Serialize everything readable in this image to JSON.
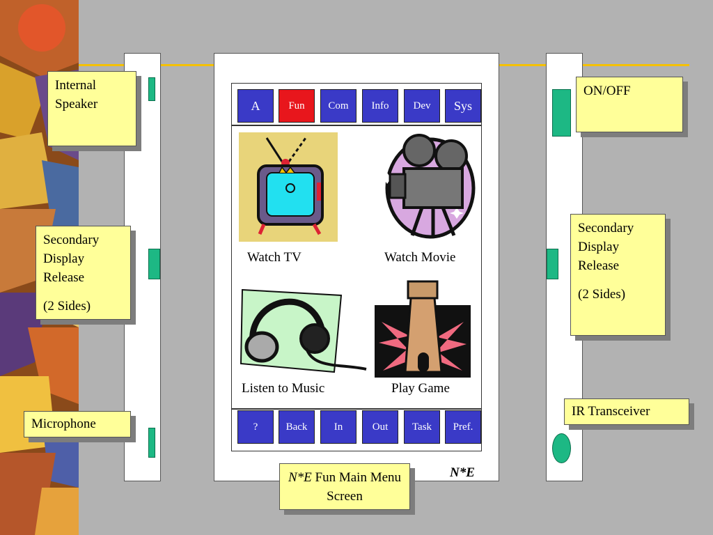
{
  "device": {
    "top_tabs": [
      {
        "label": "A",
        "active": false
      },
      {
        "label": "Fun",
        "active": true
      },
      {
        "label": "Com",
        "active": false
      },
      {
        "label": "Info",
        "active": false
      },
      {
        "label": "Dev",
        "active": false
      },
      {
        "label": "Sys",
        "active": false
      }
    ],
    "apps": [
      {
        "label": "Watch TV",
        "icon": "television-icon"
      },
      {
        "label": "Watch Movie",
        "icon": "film-projector-icon"
      },
      {
        "label": "Listen to Music",
        "icon": "headphones-icon"
      },
      {
        "label": "Play Game",
        "icon": "chess-rook-icon"
      }
    ],
    "bottom_tabs": [
      {
        "label": "?"
      },
      {
        "label": "Back"
      },
      {
        "label": "In"
      },
      {
        "label": "Out"
      },
      {
        "label": "Task"
      },
      {
        "label": "Pref."
      }
    ],
    "brand": "N*E"
  },
  "callouts": {
    "internal_speaker": "Internal Speaker",
    "secondary_left_line1": "Secondary Display Release",
    "secondary_left_line2": "(2 Sides)",
    "microphone": "Microphone",
    "on_off": "ON/OFF",
    "secondary_right_line1": "Secondary Display Release",
    "secondary_right_line2": "(2 Sides)",
    "ir_transceiver": "IR Transceiver",
    "caption_italic": "N*E",
    "caption_rest": " Fun Main Menu Screen"
  },
  "colors": {
    "tab_blue": "#3a3ac7",
    "tab_active_red": "#e8161c",
    "callout_yellow": "#ffff99",
    "slot_green": "#1db884",
    "guide_line": "#f5c000"
  }
}
